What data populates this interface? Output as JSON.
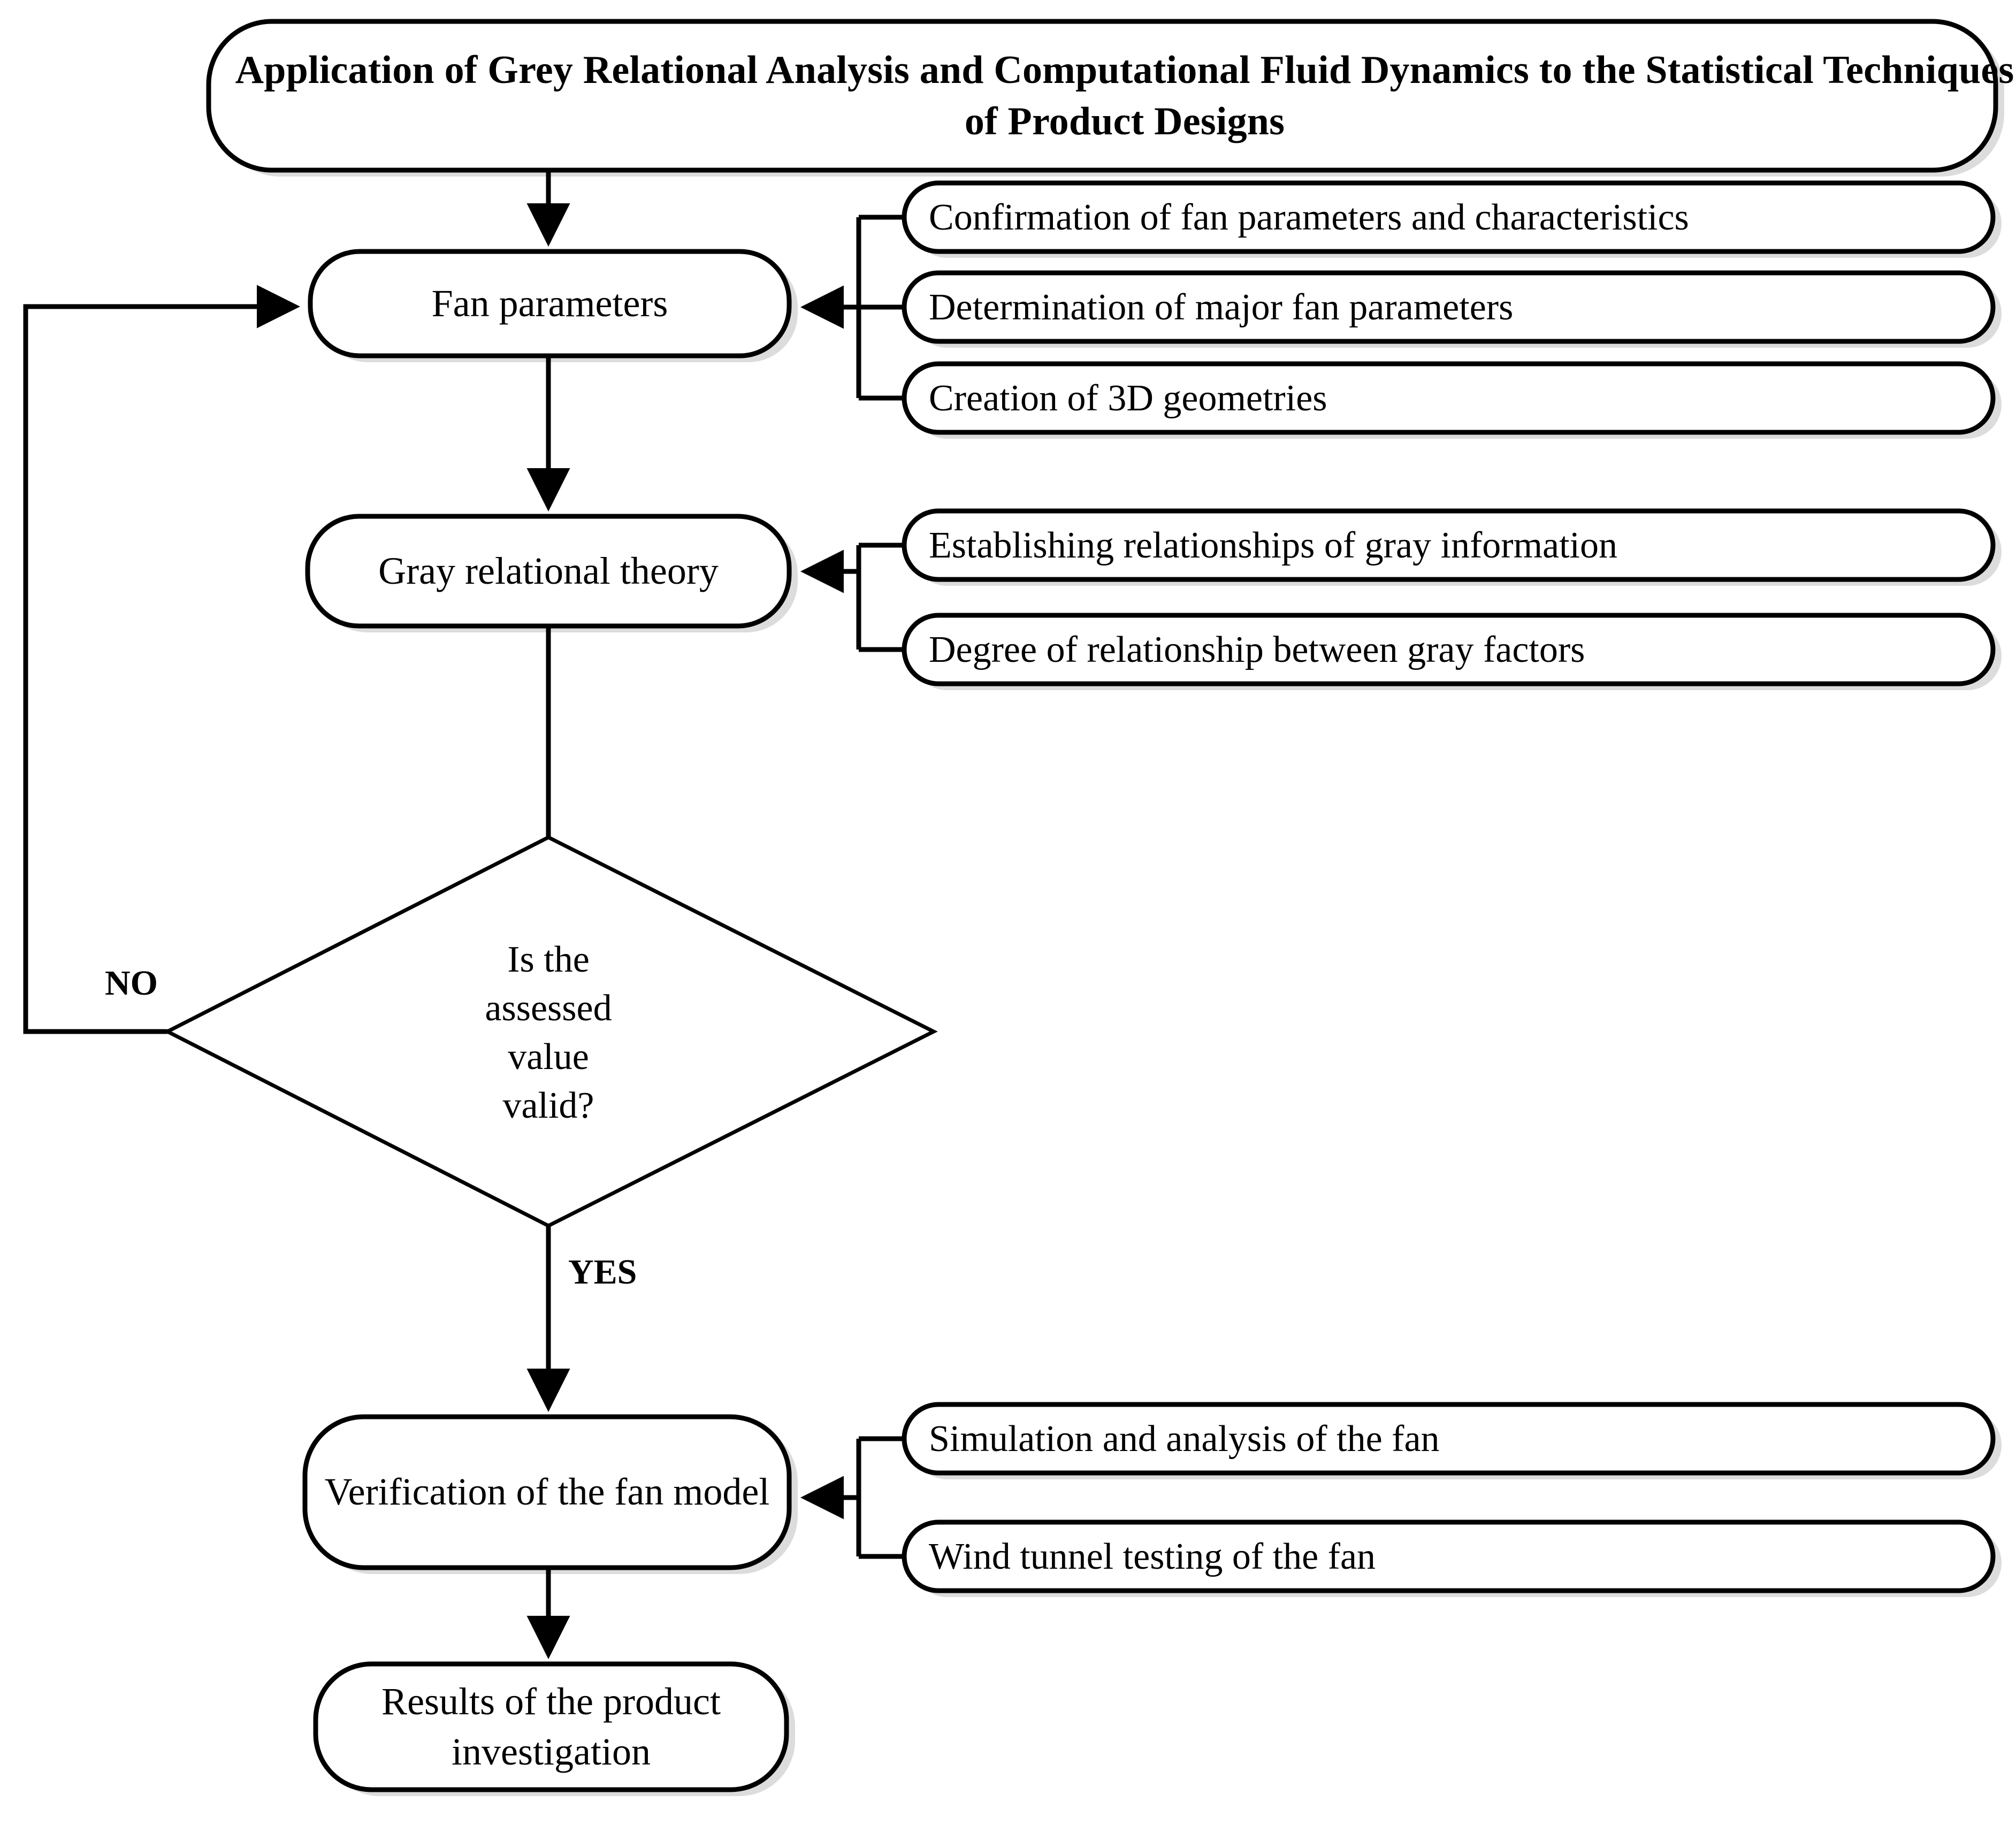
{
  "diagram": {
    "type": "flowchart",
    "title_box": {
      "label": "Application of Grey Relational Analysis and Computational Fluid Dynamics to the Statistical Techniques of Product Designs"
    },
    "main_flow": [
      {
        "id": "fan-parameters",
        "label": "Fan parameters"
      },
      {
        "id": "gray-relational-theory",
        "label": "Gray relational theory"
      },
      {
        "id": "decision",
        "label": "Is the assessed value valid?",
        "lines": [
          "Is the",
          "assessed",
          "value",
          "valid?"
        ]
      },
      {
        "id": "verification",
        "label": "Verification of the fan model"
      },
      {
        "id": "results",
        "label": "Results of the product investigation"
      }
    ],
    "side_groups": [
      {
        "target": "fan-parameters",
        "items": [
          "Confirmation of fan parameters and characteristics",
          "Determination of major fan parameters",
          "Creation of 3D geometries"
        ]
      },
      {
        "target": "gray-relational-theory",
        "items": [
          "Establishing relationships of gray information",
          "Degree of relationship between gray factors"
        ]
      },
      {
        "target": "verification",
        "items": [
          "Simulation and analysis of the fan",
          "Wind tunnel testing of the fan"
        ]
      }
    ],
    "edge_labels": {
      "no": "NO",
      "yes": "YES"
    },
    "colors": {
      "stroke": "#000000",
      "fill": "#ffffff",
      "text": "#000000",
      "shadow": "#7f7f7f"
    }
  }
}
